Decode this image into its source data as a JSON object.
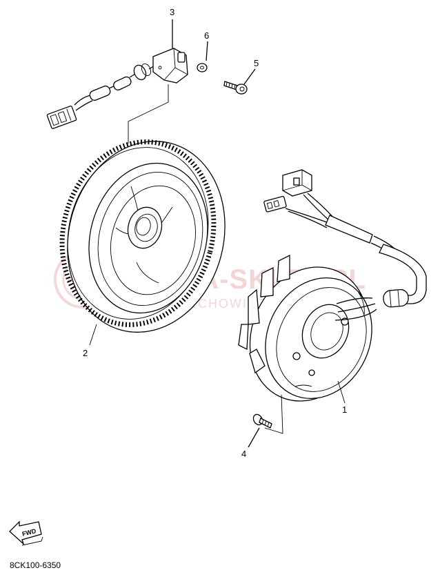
{
  "callouts": {
    "part1": "1",
    "part2": "2",
    "part3": "3",
    "part4": "4",
    "part5": "5",
    "part6": "6"
  },
  "watermark": {
    "brand": "YAMA-SKLEP.PL",
    "sub": "WOJCIECHOWICZ"
  },
  "fwd_label": "FWD",
  "diagram_code": "8CK100-6350",
  "colors": {
    "line": "#000000",
    "watermark": "#e9b3b3",
    "background": "#ffffff"
  }
}
